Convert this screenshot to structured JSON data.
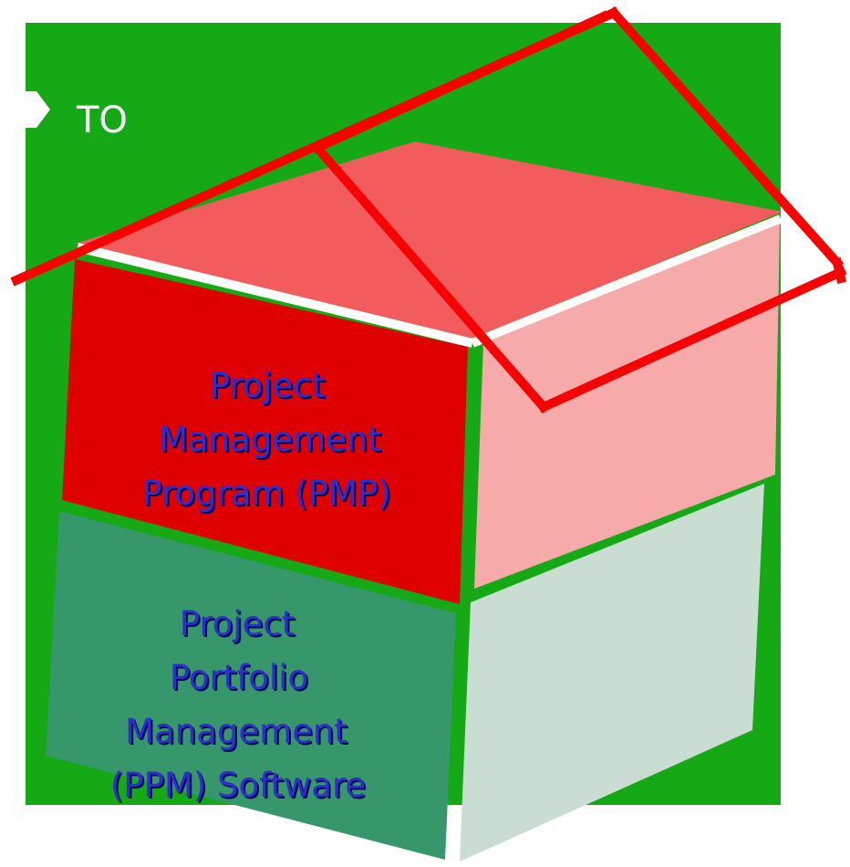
{
  "colors": {
    "background_panel": "#16a916",
    "top_face": "#f25c5c",
    "pmp_front": "#df0000",
    "pmp_side": "#f7aaaa",
    "ppm_front": "#35976a",
    "ppm_side": "#c9ddd3",
    "roof_outline": "#fb0000",
    "text_fill": "#2d2dc8",
    "text_shadow": "#0b0b55",
    "to_text": "#ffffff"
  },
  "header": {
    "label": "TO",
    "icon": "chevron-right-icon"
  },
  "stack": {
    "top_block": {
      "lines": [
        "Project",
        "Management",
        "Program (PMP)"
      ]
    },
    "bottom_block": {
      "lines": [
        "Project",
        "Portfolio",
        "Management",
        "(PPM) Software"
      ]
    }
  },
  "roof": {
    "icon": "roof-outline-icon"
  }
}
